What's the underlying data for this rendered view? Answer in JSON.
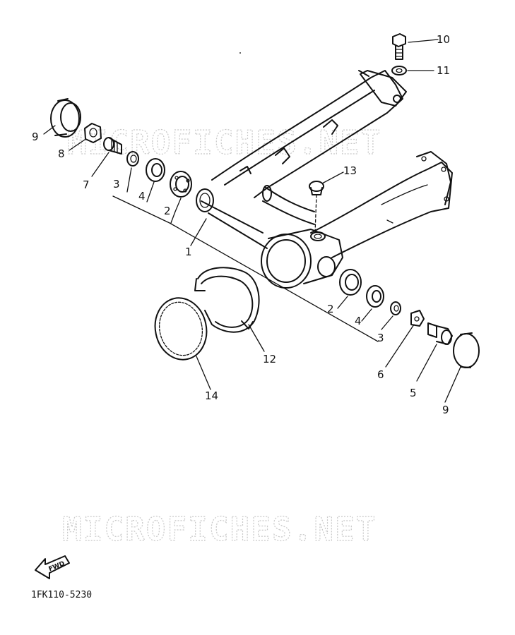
{
  "watermark": "MICROFICHES.NET",
  "diagram_code": "1FK110-5230",
  "fwd_label": "FWD",
  "callouts": [
    "10",
    "11",
    "9",
    "8",
    "7",
    "3",
    "4",
    "2",
    "13",
    "1",
    "2",
    "4",
    "3",
    "6",
    "12",
    "5",
    "14",
    "9"
  ]
}
